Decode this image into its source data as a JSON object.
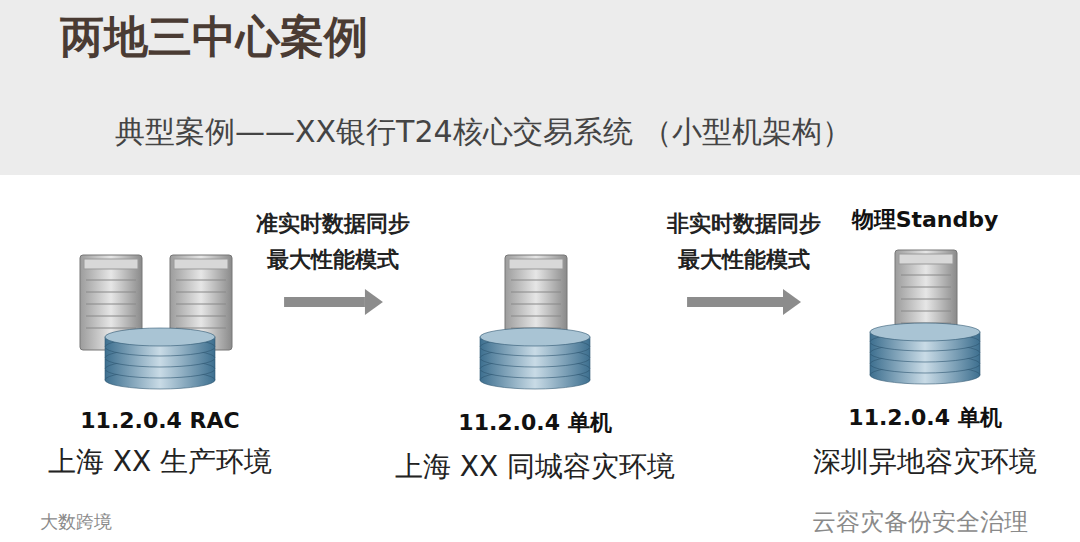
{
  "diagram": {
    "title": "两地三中心案例",
    "nodes": [
      {
        "text": [
          "11.2.0.4 RAC",
          "上海 XX 生产环境"
        ]
      },
      {
        "text": [
          "11.2.0.4 单机",
          "上海 XX 同城容灾环境"
        ]
      },
      {
        "text": [
          "物理Standby",
          "11.2.0.4 单机",
          "深圳异地容灾环境"
        ]
      }
    ],
    "edges": [
      {
        "from": 0,
        "to": 1,
        "label": "准实时数据同步 最大性能模式",
        "arrow": "to"
      },
      {
        "from": 1,
        "to": 2,
        "label": "非实时数据同步 最大性能模式",
        "arrow": "to"
      }
    ],
    "labels": [
      "典型案例——XX银行T24核心交易系统 （小型机架构）",
      "云容灾备份安全治理",
      "大数跨境"
    ]
  }
}
